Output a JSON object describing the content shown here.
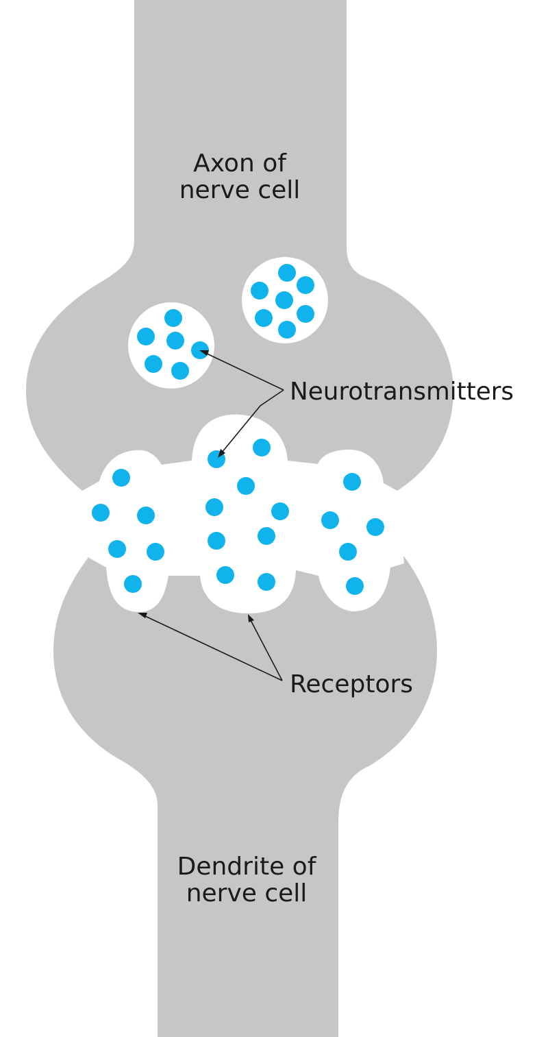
{
  "labels": {
    "axon_line1": "Axon of",
    "axon_line2": "nerve cell",
    "neurotransmitters": "Neurotransmitters",
    "receptors": "Receptors",
    "dendrite_line1": "Dendrite of",
    "dendrite_line2": "nerve cell"
  },
  "colors": {
    "cell": "#c6c6c8",
    "background": "#ffffff",
    "neurotransmitter": "#10b3ec",
    "text": "#1a1a1a"
  }
}
